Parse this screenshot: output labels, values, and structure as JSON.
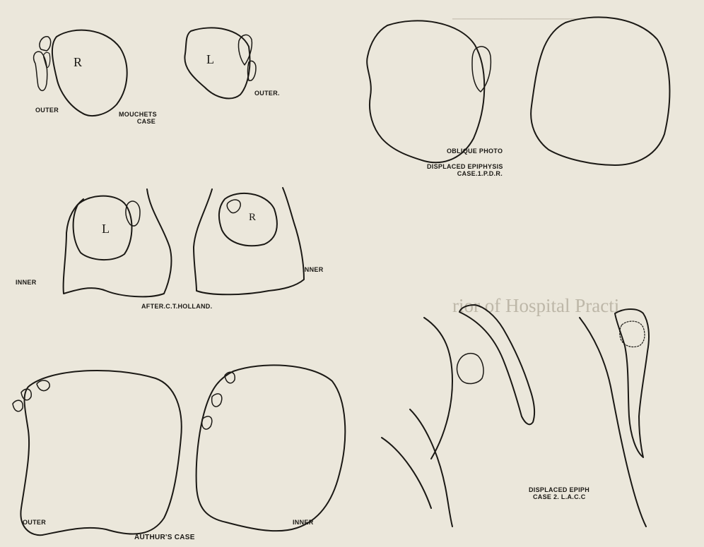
{
  "figure_text": {
    "mouchet": {
      "letter_r": "R",
      "letter_l": "L",
      "outer_left": "OUTER",
      "outer_right": "OUTER.",
      "caption_line1": "MOUCHETS",
      "caption_line2": "CASE"
    },
    "holland": {
      "letter_l": "L",
      "letter_r": "R",
      "inner_left": "INNER",
      "inner_right": "INNER",
      "caption": "AFTER.C.T.HOLLAND."
    },
    "author": {
      "outer": "OUTER",
      "inner": "INNER",
      "caption": "AUTHUR'S CASE"
    },
    "case1": {
      "oblique": "OBLIQUE PHOTO",
      "caption_line1": "DISPLACED EPIPHYSIS",
      "caption_line2": "CASE.1.P.D.R."
    },
    "case2": {
      "caption_line1": "DISPLACED EPIPH",
      "caption_line2": "CASE 2. L.A.C.C"
    }
  },
  "background_text": {
    "heading": "rior of Hospital Practi"
  }
}
